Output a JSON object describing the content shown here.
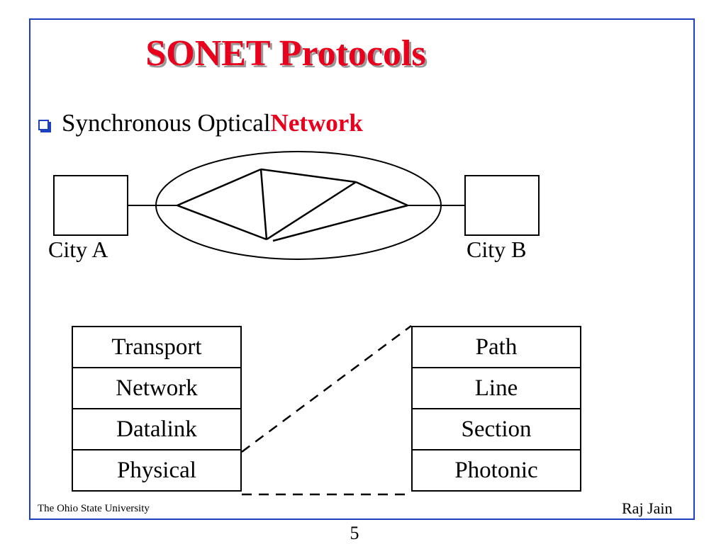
{
  "slide": {
    "title": "SONET Protocols",
    "bullet": {
      "text": "Synchronous Optical ",
      "highlight": "Network",
      "icon": "hollow-square-bullet-icon"
    },
    "network_diagram": {
      "left_node_label": "City A",
      "right_node_label": "City B"
    },
    "osi_layers": [
      "Transport",
      "Network",
      "Datalink",
      "Physical"
    ],
    "sonet_layers": [
      "Path",
      "Line",
      "Section",
      "Photonic"
    ]
  },
  "footer": {
    "left": "The Ohio State University",
    "right": "Raj Jain"
  },
  "page_number": "5",
  "colors": {
    "title": "#e8001c",
    "highlight": "#e8001c",
    "frame": "#1e3fbf",
    "bullet": "#1e3fbf"
  }
}
